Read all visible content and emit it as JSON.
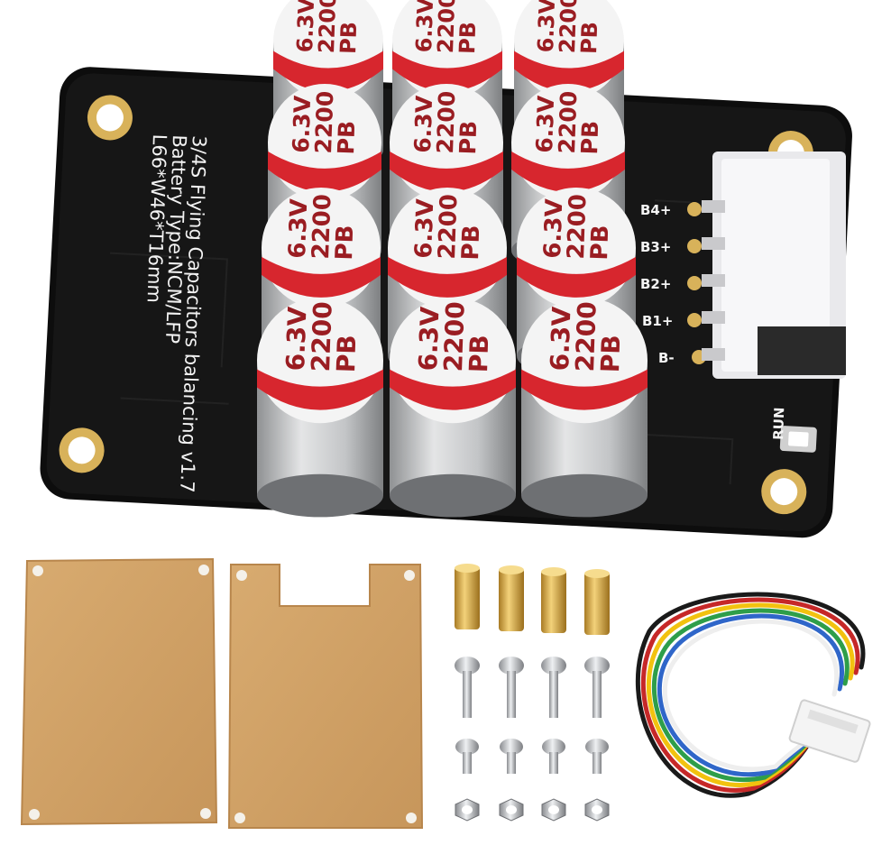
{
  "photo": {
    "board": {
      "title_lines": [
        "3/4S Flying Capacitors balancing v1.7",
        "Battery Type:NCM/LFP",
        "L66*W46*T16mm"
      ],
      "pin_labels": [
        "B4+",
        "B3+",
        "B2+",
        "B1+",
        "B-"
      ],
      "run_label": "RUN"
    },
    "capacitor": {
      "voltage": "6.3V",
      "capacitance": "2200",
      "series": "PB",
      "count": 12
    },
    "accessories": {
      "acrylic_plates": 2,
      "brass_standoffs": 4,
      "long_screws": 4,
      "short_screws": 4,
      "nuts": 4,
      "cable_wire_colors": [
        "#1a1a1a",
        "#c62828",
        "#f2c20f",
        "#2e9e4a",
        "#2f66c9",
        "#eeeeee"
      ]
    },
    "colors": {
      "pcb": "#141414",
      "capacitor_cap": "#d7262e",
      "acrylic": "#cd9e64",
      "brass": "#d9a84a"
    }
  }
}
